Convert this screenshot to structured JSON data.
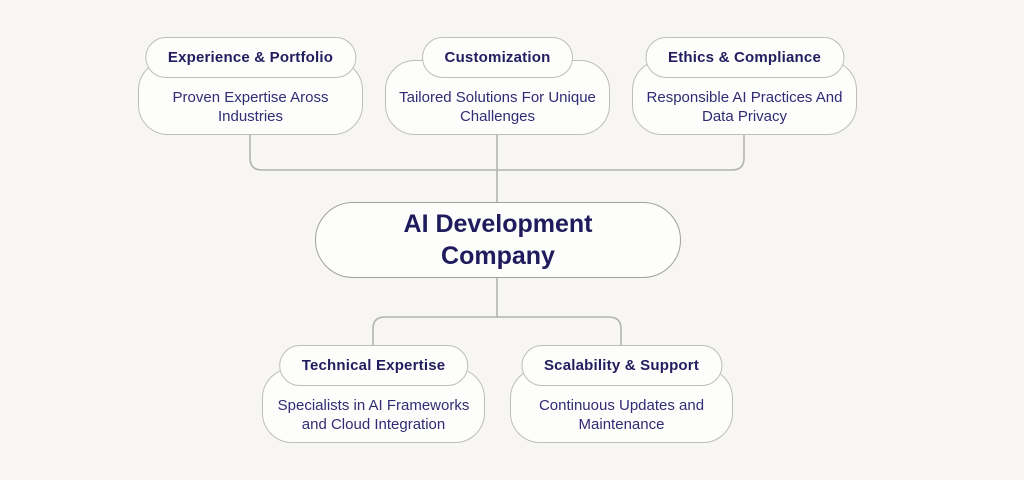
{
  "diagram": {
    "center": {
      "title": "AI Development Company"
    },
    "top_nodes": [
      {
        "title": "Experience & Portfolio",
        "body": "Proven Expertise Aross Industries"
      },
      {
        "title": "Customization",
        "body": "Tailored Solutions For Unique Challenges"
      },
      {
        "title": "Ethics & Compliance",
        "body": "Responsible AI Practices And Data Privacy"
      }
    ],
    "bottom_nodes": [
      {
        "title": "Technical Expertise",
        "body": "Specialists in AI Frameworks and Cloud Integration"
      },
      {
        "title": "Scalability & Support",
        "body": "Continuous Updates and Maintenance"
      }
    ],
    "colors": {
      "background": "#f7f6f3",
      "card_background": "#fdfdfc",
      "card_border": "#bdbdbd",
      "heading_text": "#221d5e",
      "body_text": "#312c73",
      "connector_line": "#b3b3b3"
    }
  }
}
